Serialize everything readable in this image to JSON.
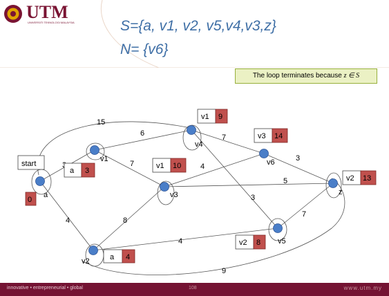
{
  "header": {
    "logo_text": "UTM",
    "logo_subtitle": "UNIVERSITI TEKNOLOGI MALAYSIA",
    "title_line1": "S={a, v1, v2, v5,v4,v3,z}",
    "title_line2": "N= {v6}"
  },
  "note": {
    "prefix": "The loop terminates because",
    "expr": "z ∈ S"
  },
  "graph": {
    "nodes": {
      "a": "a",
      "v1": "v1",
      "v2": "v2",
      "v3": "v3",
      "v4": "v4",
      "v5": "v5",
      "v6": "v6",
      "z": "z"
    },
    "edge_weights": {
      "a_v4": "15",
      "v1_v4": "6",
      "a_v1": "3",
      "v1_v3": "7",
      "v4_v6": "7",
      "v3_v6": "4",
      "v6_z": "3",
      "v3_z": "5",
      "v4_v5": "3",
      "v5_z": "7",
      "a_v2": "4",
      "v2_v3": "8",
      "v2_v5": "4",
      "v2_z": "9"
    },
    "labels": {
      "start": "start",
      "a_dist": "0",
      "v1_prev": "a",
      "v1_dist": "3",
      "v4_prev": "v1",
      "v4_dist": "9",
      "v3_prev": "v1",
      "v3_dist": "10",
      "v6_prev": "v3",
      "v6_dist": "14",
      "z_prev": "v2",
      "z_dist": "13",
      "v5_prev": "v2",
      "v5_dist": "8",
      "v2_prev": "a",
      "v2_dist": "4"
    }
  },
  "footer": {
    "tagline": "innovative • entrepreneurial • global",
    "page": "108",
    "url": "www.utm.my"
  },
  "colors": {
    "maroon": "#741333",
    "title_blue": "#3f6fa6",
    "node_blue": "#4a7ec8",
    "dist_box": "#c0504d",
    "note_bg": "#ebf1c4"
  }
}
